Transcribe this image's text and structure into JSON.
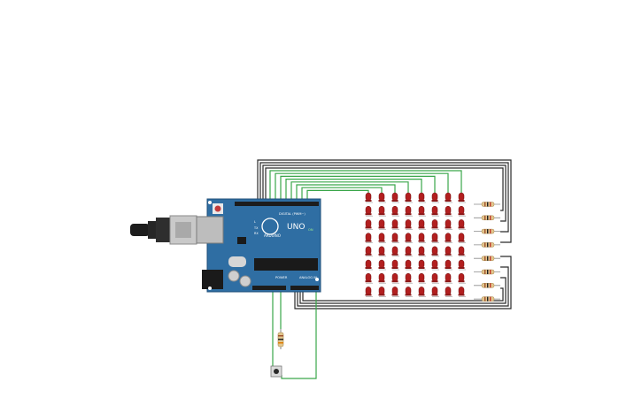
{
  "board": {
    "brand": "ARDUINO",
    "model": "UNO",
    "digital_label": "DIGITAL (PWM~)",
    "power_label": "POWER",
    "analog_label": "ANALOG IN",
    "on_label": "ON",
    "tx_label": "TX",
    "rx_label": "RX",
    "l_label": "L"
  },
  "matrix": {
    "rows": 8,
    "cols": 8,
    "led_color": "#b21f1f",
    "resistor_count": 8
  },
  "colors": {
    "board": "#2f6ea3",
    "wire_green": "#3aa64a",
    "wire_black": "#2b2b2b"
  }
}
